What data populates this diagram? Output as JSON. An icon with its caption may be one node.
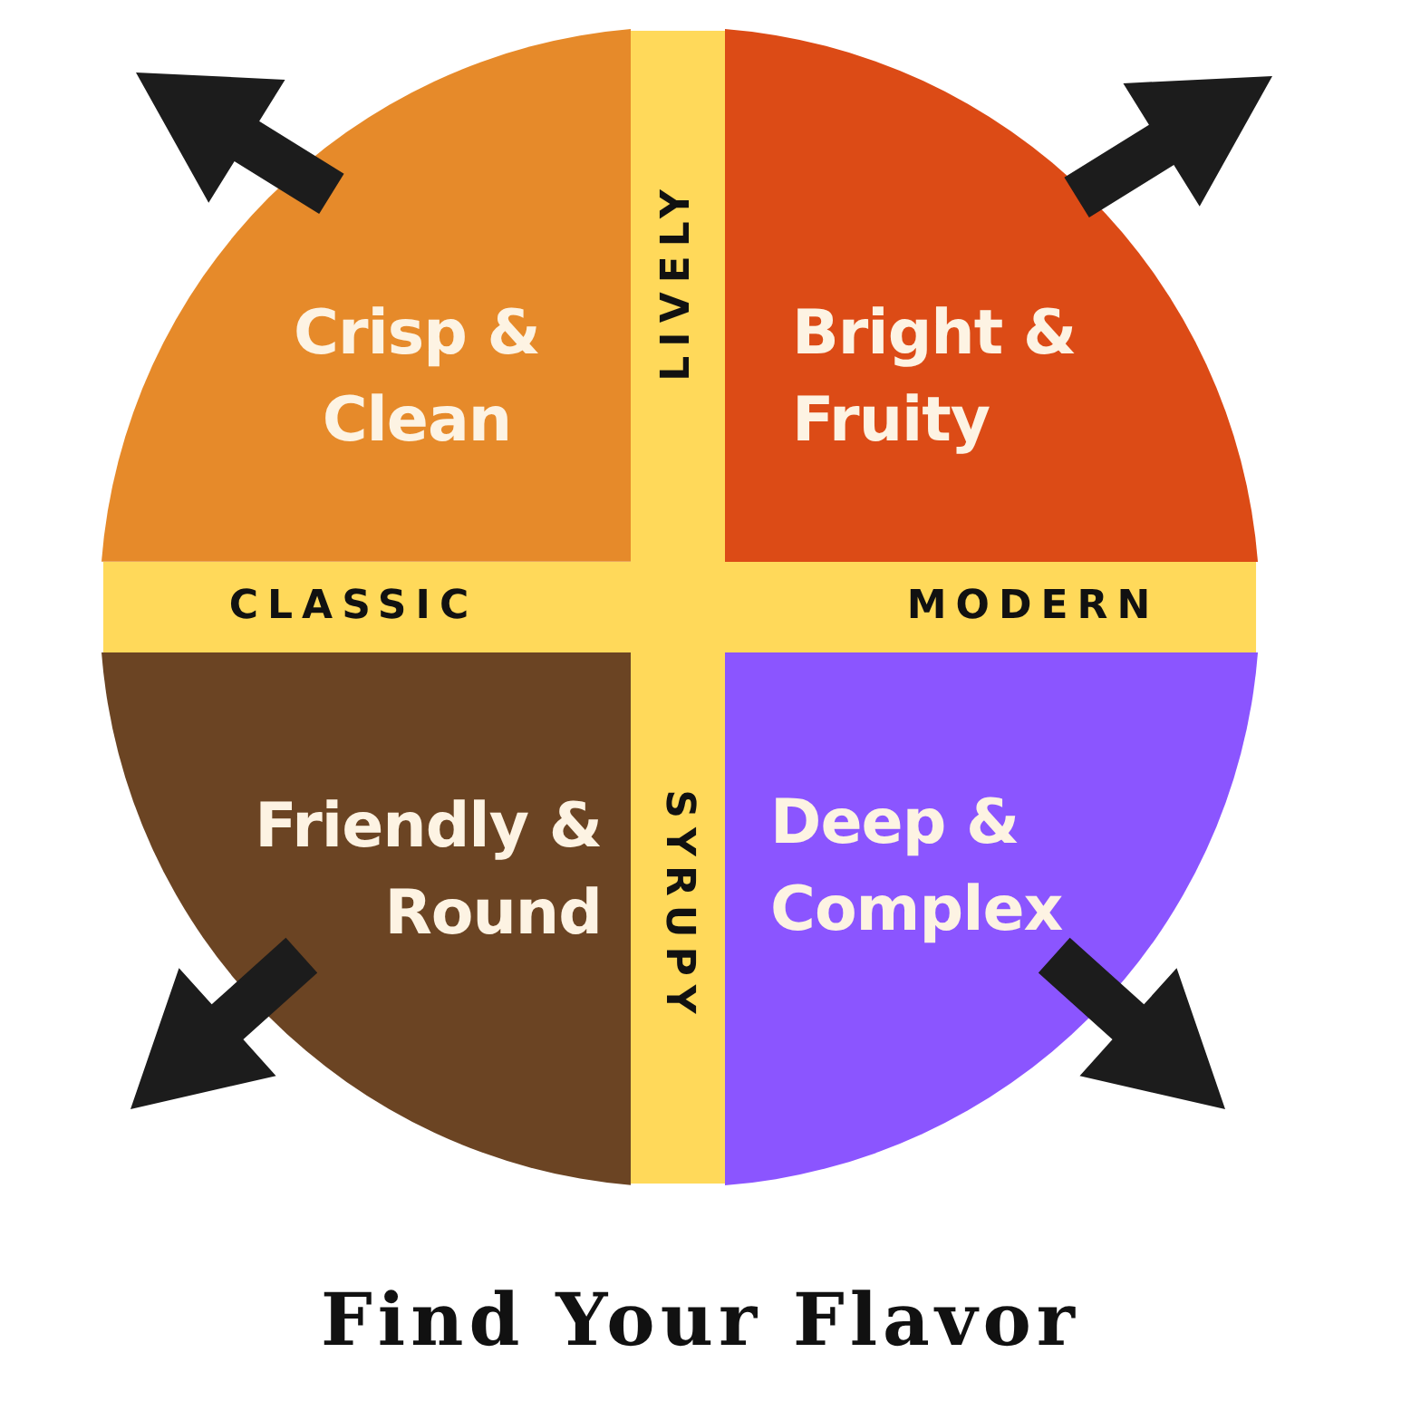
{
  "diagram": {
    "title": "Find Your Flavor",
    "nodes": [
      {
        "text": [
          "Crisp & Clean"
        ]
      },
      {
        "text": [
          "Bright & Fruity"
        ]
      },
      {
        "text": [
          "Friendly & Round"
        ]
      },
      {
        "text": [
          "Deep & Complex"
        ]
      }
    ],
    "labels": [
      "LIVELY",
      "CLASSIC",
      "MODERN",
      "SYRUPY"
    ]
  }
}
